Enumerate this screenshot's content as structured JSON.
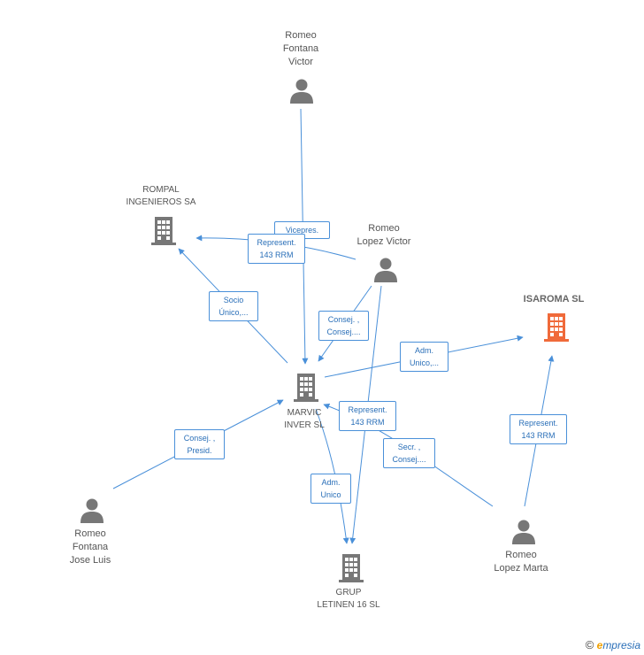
{
  "nodes": {
    "romeo_fontana_victor": {
      "type": "person",
      "lines": [
        "Romeo",
        "Fontana",
        "Victor"
      ]
    },
    "rompal": {
      "type": "company",
      "lines": [
        "ROMPAL",
        "INGENIEROS SA"
      ]
    },
    "romeo_lopez_victor": {
      "type": "person",
      "lines": [
        "Romeo",
        "Lopez Victor"
      ]
    },
    "isaroma": {
      "type": "company",
      "highlight": true,
      "lines": [
        "ISAROMA SL"
      ]
    },
    "marvic": {
      "type": "company",
      "lines": [
        "MARVIC",
        "INVER SL"
      ]
    },
    "romeo_fontana_jose": {
      "type": "person",
      "lines": [
        "Romeo",
        "Fontana",
        "Jose Luis"
      ]
    },
    "romeo_lopez_marta": {
      "type": "person",
      "lines": [
        "Romeo",
        "Lopez Marta"
      ]
    },
    "grup_letinen": {
      "type": "company",
      "lines": [
        "GRUP",
        "LETINEN 16 SL"
      ]
    }
  },
  "edges": {
    "vicepres": [
      "Vicepres."
    ],
    "represent_rompal": [
      "Represent.",
      "143 RRM"
    ],
    "socio": [
      "Socio",
      "Único,..."
    ],
    "consej": [
      "Consej. ,",
      "Consej...."
    ],
    "adm_isaroma": [
      "Adm.",
      "Unico,..."
    ],
    "represent_marvic": [
      "Represent.",
      "143 RRM"
    ],
    "secr": [
      "Secr. ,",
      "Consej...."
    ],
    "represent_isaroma": [
      "Represent.",
      "143 RRM"
    ],
    "consej_presid": [
      "Consej. ,",
      "Presid."
    ],
    "adm_unico": [
      "Adm.",
      "Unico"
    ]
  },
  "colors": {
    "edge": "#4a90d9",
    "person": "#777777",
    "company": "#777777",
    "highlight": "#f06a3a"
  },
  "brand": {
    "copyright": "©",
    "name_first": "e",
    "name_rest": "mpresia"
  }
}
